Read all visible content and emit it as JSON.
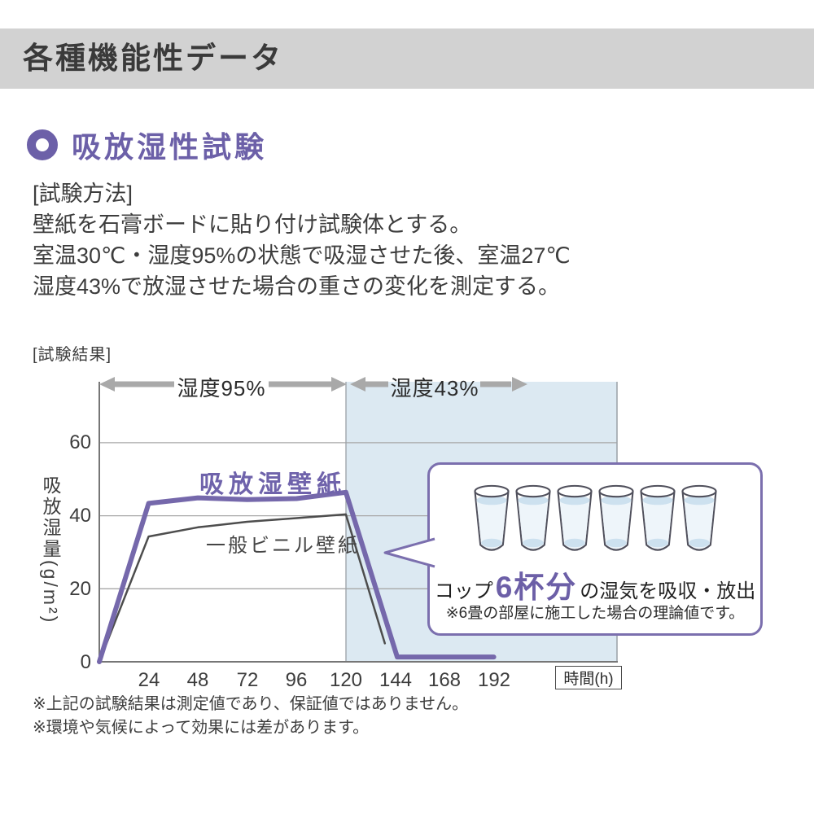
{
  "header": {
    "title": "各種機能性データ",
    "bg_color": "#d2d2d2"
  },
  "section": {
    "title": "吸放湿性試験",
    "accent_color": "#6c60a8"
  },
  "method": {
    "label": "[試験方法]",
    "lines": [
      "壁紙を石膏ボードに貼り付け試験体とする。",
      "室温30℃・湿度95%の状態で吸湿させた後、室温27℃",
      "湿度43%で放湿させた場合の重さの変化を測定する。"
    ]
  },
  "results_label": "[試験結果]",
  "chart_data": {
    "type": "line",
    "title": "",
    "xlabel": "時間(h)",
    "ylabel": "吸放湿量(g/m²)",
    "x_ticks": [
      24,
      48,
      72,
      96,
      120,
      144,
      168,
      192
    ],
    "y_ticks": [
      0,
      20,
      40,
      60
    ],
    "xlim": [
      0,
      252
    ],
    "ylim": [
      0,
      76
    ],
    "grid": true,
    "regions": [
      {
        "label": "湿度95%",
        "x_start": 0,
        "x_end": 120,
        "bg": "#ffffff"
      },
      {
        "label": "湿度43%",
        "x_start": 120,
        "x_end": 252,
        "bg": "#dce9f2"
      }
    ],
    "series": [
      {
        "name": "一般ビニル壁紙",
        "color": "#4d4d4d",
        "width": 2.5,
        "points": [
          [
            0,
            0
          ],
          [
            24,
            34
          ],
          [
            48,
            36.5
          ],
          [
            72,
            38
          ],
          [
            96,
            39
          ],
          [
            120,
            40
          ],
          [
            139,
            5
          ]
        ]
      },
      {
        "name": "吸放湿壁紙",
        "color": "#7568ab",
        "width": 6,
        "points": [
          [
            0,
            0
          ],
          [
            24,
            43
          ],
          [
            48,
            44.5
          ],
          [
            72,
            44
          ],
          [
            96,
            44.3
          ],
          [
            120,
            46
          ],
          [
            145,
            1.3
          ],
          [
            192,
            1.3
          ]
        ]
      }
    ]
  },
  "callout": {
    "cups_count": 6,
    "prefix": "コップ",
    "highlight": "6杯分",
    "suffix": "の湿気を吸収・放出",
    "note": "※6畳の部屋に施工した場合の理論値です。",
    "border_color": "#7b6fae",
    "highlight_color": "#6c5fa7"
  },
  "footnotes": [
    "※上記の試験結果は測定値であり、保証値ではありません。",
    "※環境や気候によって効果には差があります。"
  ]
}
